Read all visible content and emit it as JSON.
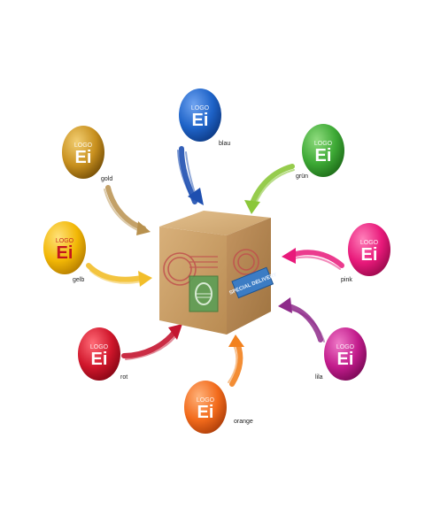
{
  "egg_logo_small": "LOGO",
  "egg_logo_big": "Ei",
  "eggs": [
    {
      "id": "blau",
      "label": "blau",
      "color": "#1E63C8",
      "dark": "#0E3C88"
    },
    {
      "id": "gruen",
      "label": "grün",
      "color": "#3DA935",
      "dark": "#1F6F1A"
    },
    {
      "id": "gold",
      "label": "gold",
      "color": "#C8901E",
      "dark": "#7A5208"
    },
    {
      "id": "gelb",
      "label": "gelb",
      "color": "#F2B705",
      "dark": "#B77F00"
    },
    {
      "id": "pink",
      "label": "pink",
      "color": "#E8197A",
      "dark": "#9E0A4E"
    },
    {
      "id": "rot",
      "label": "rot",
      "color": "#D0162B",
      "dark": "#8A0716"
    },
    {
      "id": "lila",
      "label": "lila",
      "color": "#C21C8C",
      "dark": "#7D0A58"
    },
    {
      "id": "orange",
      "label": "orange",
      "color": "#F26A1B",
      "dark": "#B0400A"
    }
  ],
  "box": {
    "stamp_text": "SPECIAL DELIVERY",
    "kraft_color": "#C9A06A"
  }
}
